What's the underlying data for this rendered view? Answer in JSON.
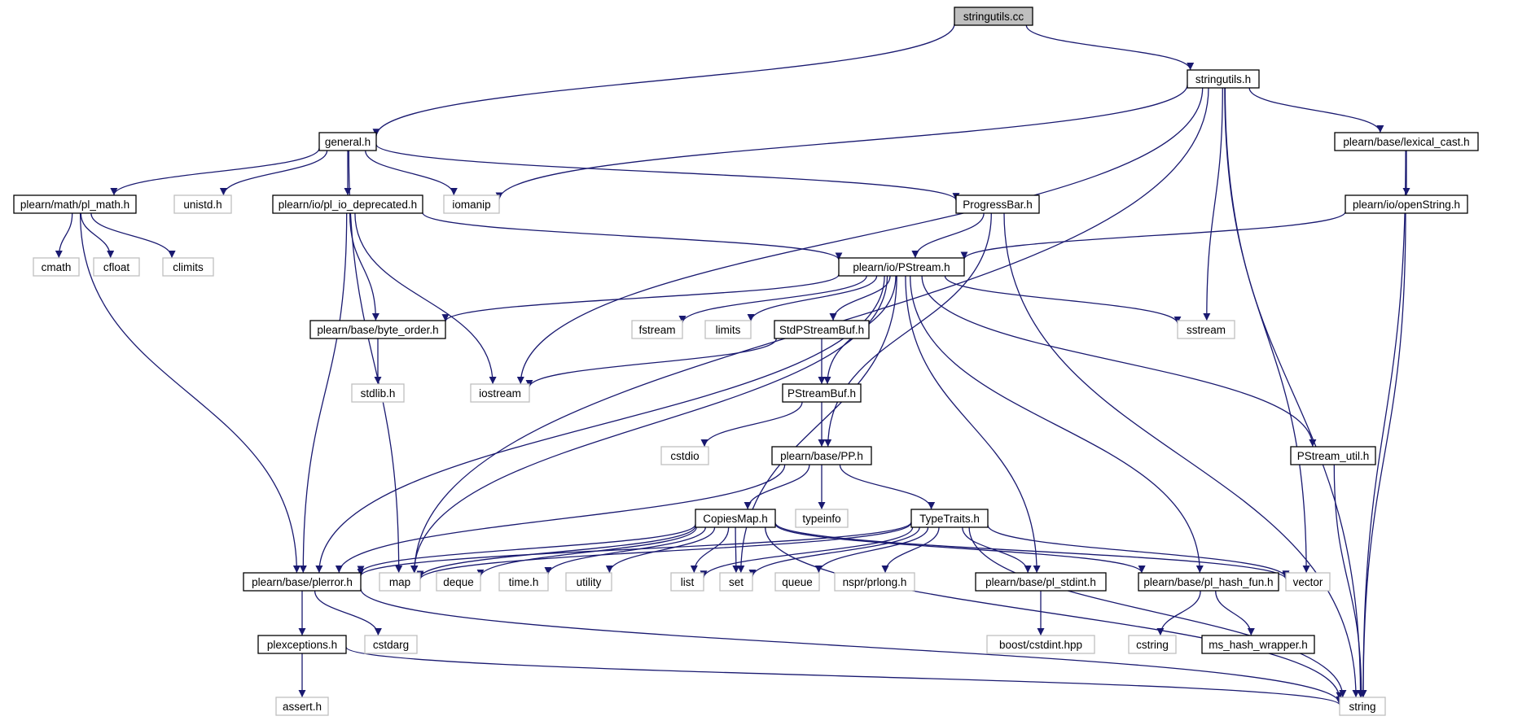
{
  "colors": {
    "edge": "#191970",
    "node_border": "#000000",
    "external_border": "#bfbfbf",
    "root_fill": "#bfbfbf",
    "node_fill": "#ffffff",
    "text": "#000000"
  },
  "nodes": [
    {
      "id": "stringutils_cc",
      "label": "stringutils.cc",
      "kind": "root"
    },
    {
      "id": "stringutils_h",
      "label": "stringutils.h",
      "kind": "file"
    },
    {
      "id": "general_h",
      "label": "general.h",
      "kind": "file"
    },
    {
      "id": "lexical_cast_h",
      "label": "plearn/base/lexical_cast.h",
      "kind": "file"
    },
    {
      "id": "pl_math_h",
      "label": "plearn/math/pl_math.h",
      "kind": "file"
    },
    {
      "id": "unistd_h",
      "label": "unistd.h",
      "kind": "external"
    },
    {
      "id": "pl_io_deprecated_h",
      "label": "plearn/io/pl_io_deprecated.h",
      "kind": "file"
    },
    {
      "id": "iomanip",
      "label": "iomanip",
      "kind": "external"
    },
    {
      "id": "progressbar_h",
      "label": "ProgressBar.h",
      "kind": "file"
    },
    {
      "id": "openstring_h",
      "label": "plearn/io/openString.h",
      "kind": "file"
    },
    {
      "id": "cmath",
      "label": "cmath",
      "kind": "external"
    },
    {
      "id": "cfloat",
      "label": "cfloat",
      "kind": "external"
    },
    {
      "id": "climits",
      "label": "climits",
      "kind": "external"
    },
    {
      "id": "pstream_h",
      "label": "plearn/io/PStream.h",
      "kind": "file"
    },
    {
      "id": "byte_order_h",
      "label": "plearn/base/byte_order.h",
      "kind": "file"
    },
    {
      "id": "fstream",
      "label": "fstream",
      "kind": "external"
    },
    {
      "id": "limits",
      "label": "limits",
      "kind": "external"
    },
    {
      "id": "stdpstreambuf_h",
      "label": "StdPStreamBuf.h",
      "kind": "file"
    },
    {
      "id": "sstream",
      "label": "sstream",
      "kind": "external"
    },
    {
      "id": "stdlib_h",
      "label": "stdlib.h",
      "kind": "external"
    },
    {
      "id": "iostream",
      "label": "iostream",
      "kind": "external"
    },
    {
      "id": "pstreambuf_h",
      "label": "PStreamBuf.h",
      "kind": "file"
    },
    {
      "id": "cstdio",
      "label": "cstdio",
      "kind": "external"
    },
    {
      "id": "pp_h",
      "label": "plearn/base/PP.h",
      "kind": "file"
    },
    {
      "id": "pstream_util_h",
      "label": "PStream_util.h",
      "kind": "file"
    },
    {
      "id": "typeinfo",
      "label": "typeinfo",
      "kind": "external"
    },
    {
      "id": "copiesmap_h",
      "label": "CopiesMap.h",
      "kind": "file"
    },
    {
      "id": "typetraits_h",
      "label": "TypeTraits.h",
      "kind": "file"
    },
    {
      "id": "plerror_h",
      "label": "plearn/base/plerror.h",
      "kind": "file"
    },
    {
      "id": "map",
      "label": "map",
      "kind": "external"
    },
    {
      "id": "deque",
      "label": "deque",
      "kind": "external"
    },
    {
      "id": "time_h",
      "label": "time.h",
      "kind": "external"
    },
    {
      "id": "utility",
      "label": "utility",
      "kind": "external"
    },
    {
      "id": "list",
      "label": "list",
      "kind": "external"
    },
    {
      "id": "set",
      "label": "set",
      "kind": "external"
    },
    {
      "id": "queue",
      "label": "queue",
      "kind": "external"
    },
    {
      "id": "prlong_h",
      "label": "nspr/prlong.h",
      "kind": "external"
    },
    {
      "id": "pl_stdint_h",
      "label": "plearn/base/pl_stdint.h",
      "kind": "file"
    },
    {
      "id": "pl_hash_fun_h",
      "label": "plearn/base/pl_hash_fun.h",
      "kind": "file"
    },
    {
      "id": "vector",
      "label": "vector",
      "kind": "external"
    },
    {
      "id": "plexceptions_h",
      "label": "plexceptions.h",
      "kind": "file"
    },
    {
      "id": "cstdarg",
      "label": "cstdarg",
      "kind": "external"
    },
    {
      "id": "cstdint_hpp",
      "label": "boost/cstdint.hpp",
      "kind": "external"
    },
    {
      "id": "cstring",
      "label": "cstring",
      "kind": "external"
    },
    {
      "id": "ms_hash_wrapper_h",
      "label": "ms_hash_wrapper.h",
      "kind": "file"
    },
    {
      "id": "assert_h",
      "label": "assert.h",
      "kind": "external"
    },
    {
      "id": "string",
      "label": "string",
      "kind": "external"
    }
  ],
  "edges": [
    [
      "stringutils_cc",
      "general_h"
    ],
    [
      "stringutils_cc",
      "stringutils_h"
    ],
    [
      "stringutils_h",
      "iomanip"
    ],
    [
      "stringutils_h",
      "iostream"
    ],
    [
      "stringutils_h",
      "lexical_cast_h"
    ],
    [
      "stringutils_h",
      "sstream"
    ],
    [
      "stringutils_h",
      "map"
    ],
    [
      "stringutils_h",
      "vector"
    ],
    [
      "stringutils_h",
      "string"
    ],
    [
      "general_h",
      "pl_math_h"
    ],
    [
      "general_h",
      "unistd_h"
    ],
    [
      "general_h",
      "pl_io_deprecated_h"
    ],
    [
      "general_h",
      "iomanip"
    ],
    [
      "general_h",
      "progressbar_h"
    ],
    [
      "general_h",
      "map"
    ],
    [
      "lexical_cast_h",
      "openstring_h"
    ],
    [
      "lexical_cast_h",
      "string"
    ],
    [
      "openstring_h",
      "pstream_h"
    ],
    [
      "openstring_h",
      "string"
    ],
    [
      "pl_math_h",
      "cmath"
    ],
    [
      "pl_math_h",
      "cfloat"
    ],
    [
      "pl_math_h",
      "climits"
    ],
    [
      "pl_math_h",
      "plerror_h"
    ],
    [
      "pl_io_deprecated_h",
      "byte_order_h"
    ],
    [
      "pl_io_deprecated_h",
      "iostream"
    ],
    [
      "pl_io_deprecated_h",
      "pstream_h"
    ],
    [
      "pl_io_deprecated_h",
      "plerror_h"
    ],
    [
      "progressbar_h",
      "pstream_h"
    ],
    [
      "progressbar_h",
      "pp_h"
    ],
    [
      "progressbar_h",
      "string"
    ],
    [
      "pstream_h",
      "byte_order_h"
    ],
    [
      "pstream_h",
      "fstream"
    ],
    [
      "pstream_h",
      "limits"
    ],
    [
      "pstream_h",
      "stdpstreambuf_h"
    ],
    [
      "pstream_h",
      "sstream"
    ],
    [
      "pstream_h",
      "pstreambuf_h"
    ],
    [
      "pstream_h",
      "pstream_util_h"
    ],
    [
      "pstream_h",
      "plerror_h"
    ],
    [
      "pstream_h",
      "map"
    ],
    [
      "pstream_h",
      "set"
    ],
    [
      "pstream_h",
      "pl_stdint_h"
    ],
    [
      "pstream_h",
      "pl_hash_fun_h"
    ],
    [
      "byte_order_h",
      "stdlib_h"
    ],
    [
      "stdpstreambuf_h",
      "iostream"
    ],
    [
      "stdpstreambuf_h",
      "pstreambuf_h"
    ],
    [
      "pstreambuf_h",
      "cstdio"
    ],
    [
      "pstreambuf_h",
      "pp_h"
    ],
    [
      "pp_h",
      "copiesmap_h"
    ],
    [
      "pp_h",
      "typeinfo"
    ],
    [
      "pp_h",
      "typetraits_h"
    ],
    [
      "pp_h",
      "plerror_h"
    ],
    [
      "pstream_util_h",
      "string"
    ],
    [
      "copiesmap_h",
      "plerror_h"
    ],
    [
      "copiesmap_h",
      "map"
    ],
    [
      "copiesmap_h",
      "deque"
    ],
    [
      "copiesmap_h",
      "time_h"
    ],
    [
      "copiesmap_h",
      "utility"
    ],
    [
      "copiesmap_h",
      "list"
    ],
    [
      "copiesmap_h",
      "set"
    ],
    [
      "copiesmap_h",
      "pl_hash_fun_h"
    ],
    [
      "copiesmap_h",
      "vector"
    ],
    [
      "copiesmap_h",
      "string"
    ],
    [
      "typetraits_h",
      "map"
    ],
    [
      "typetraits_h",
      "list"
    ],
    [
      "typetraits_h",
      "set"
    ],
    [
      "typetraits_h",
      "queue"
    ],
    [
      "typetraits_h",
      "prlong_h"
    ],
    [
      "typetraits_h",
      "pl_stdint_h"
    ],
    [
      "typetraits_h",
      "vector"
    ],
    [
      "typetraits_h",
      "string"
    ],
    [
      "typetraits_h",
      "plerror_h"
    ],
    [
      "plerror_h",
      "plexceptions_h"
    ],
    [
      "plerror_h",
      "cstdarg"
    ],
    [
      "plerror_h",
      "string"
    ],
    [
      "plexceptions_h",
      "assert_h"
    ],
    [
      "plexceptions_h",
      "string"
    ],
    [
      "pl_stdint_h",
      "cstdint_hpp"
    ],
    [
      "pl_hash_fun_h",
      "cstring"
    ],
    [
      "pl_hash_fun_h",
      "ms_hash_wrapper_h"
    ]
  ]
}
